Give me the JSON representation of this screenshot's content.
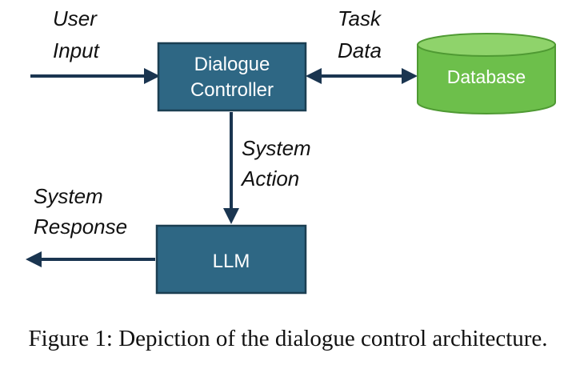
{
  "diagram": {
    "nodes": {
      "dialogue_controller": {
        "line1": "Dialogue",
        "line2": "Controller"
      },
      "llm": {
        "label": "LLM"
      },
      "database": {
        "label": "Database"
      }
    },
    "edge_labels": {
      "user_input": {
        "line1": "User",
        "line2": "Input"
      },
      "task_data": {
        "line1": "Task",
        "line2": "Data"
      },
      "system_action": {
        "line1": "System",
        "line2": "Action"
      },
      "system_response": {
        "line1": "System",
        "line2": "Response"
      }
    },
    "caption": "Figure 1: Depiction of the dialogue control architecture."
  },
  "colors": {
    "box_fill": "#2e6784",
    "box_border": "#1b3f52",
    "arrow": "#1a3550",
    "db_fill": "#6dbf4b",
    "db_top": "#8fd36b",
    "db_border": "#4f9a33"
  }
}
